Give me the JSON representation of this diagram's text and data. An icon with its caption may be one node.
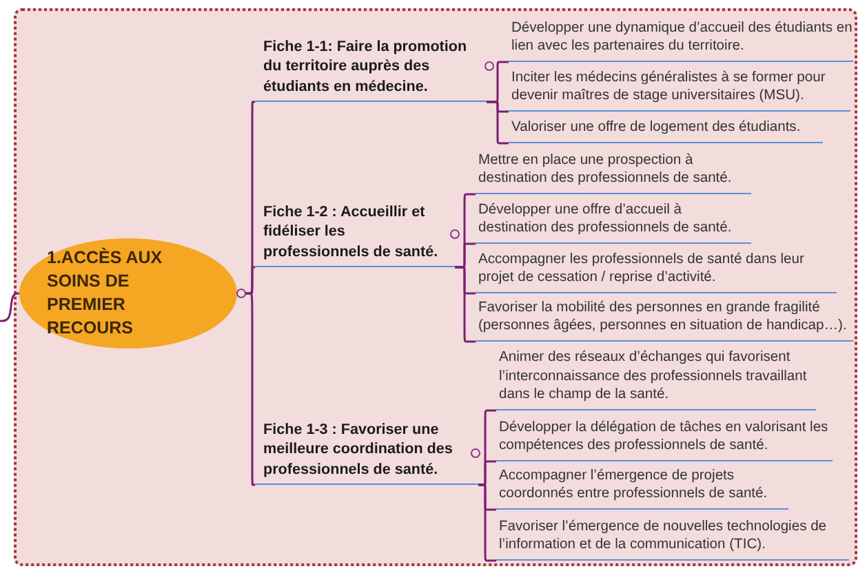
{
  "diagram": {
    "nodes": [
      {
        "text": [
          "1.ACCÈS AUX SOINS DE PREMIER RECOURS"
        ]
      },
      {
        "text": [
          "Fiche 1-1: Faire la promotion du territoire auprès des étudiants en médecine."
        ]
      },
      {
        "text": [
          "Développer une dynamique d’accueil des étudiants en lien avec les partenaires du territoire."
        ]
      },
      {
        "text": [
          "Inciter les médecins généralistes à se former pour devenir maîtres de stage universitaires (MSU)."
        ]
      },
      {
        "text": [
          "Valoriser une offre de logement des étudiants."
        ]
      },
      {
        "text": [
          "Fiche 1-2 : Accueillir et fidéliser les professionnels de santé."
        ]
      },
      {
        "text": [
          "Mettre en place une prospection à destination des professionnels de santé."
        ]
      },
      {
        "text": [
          "Développer une offre d’accueil à destination des professionnels de santé."
        ]
      },
      {
        "text": [
          "Accompagner les professionnels de santé dans leur projet de cessation / reprise d’activité."
        ]
      },
      {
        "text": [
          "Favoriser la mobilité des personnes en grande fragilité (personnes âgées, personnes en situation de handicap…)."
        ]
      },
      {
        "text": [
          "Fiche 1-3 : Favoriser une meilleure coordination des professionnels de santé."
        ]
      },
      {
        "text": [
          "Animer des réseaux d’échanges qui favorisent l’interconnaissance des professionnels travaillant dans le champ de la santé."
        ]
      },
      {
        "text": [
          "Développer la délégation de tâches en valorisant les compétences des professionnels de santé."
        ]
      },
      {
        "text": [
          "Accompagner l’émergence de projets coordonnés entre professionnels de santé."
        ]
      },
      {
        "text": [
          "Favoriser l’émergence de nouvelles technologies de l’information et de la communication (TIC)."
        ]
      }
    ],
    "edges": [
      {
        "from": null,
        "to": 0,
        "arrow": "none"
      },
      {
        "from": 0,
        "to": 1,
        "arrow": "none"
      },
      {
        "from": 0,
        "to": 5,
        "arrow": "none"
      },
      {
        "from": 0,
        "to": 10,
        "arrow": "none"
      },
      {
        "from": 1,
        "to": 2,
        "arrow": "none"
      },
      {
        "from": 1,
        "to": 3,
        "arrow": "none"
      },
      {
        "from": 1,
        "to": 4,
        "arrow": "none"
      },
      {
        "from": 5,
        "to": 6,
        "arrow": "none"
      },
      {
        "from": 5,
        "to": 7,
        "arrow": "none"
      },
      {
        "from": 5,
        "to": 8,
        "arrow": "none"
      },
      {
        "from": 5,
        "to": 9,
        "arrow": "none"
      },
      {
        "from": 10,
        "to": 11,
        "arrow": "none"
      },
      {
        "from": 10,
        "to": 12,
        "arrow": "none"
      },
      {
        "from": 10,
        "to": 13,
        "arrow": "none"
      },
      {
        "from": 10,
        "to": 14,
        "arrow": "none"
      }
    ]
  }
}
